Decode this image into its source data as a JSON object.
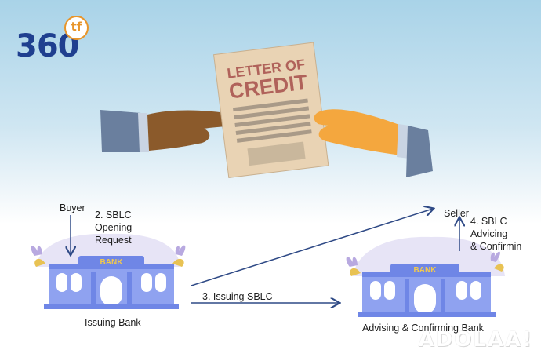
{
  "logo": {
    "number": "360",
    "badge": "tf"
  },
  "document": {
    "line1": "LETTER OF",
    "line2": "CREDIT"
  },
  "bank_sign": "BANK",
  "labels": {
    "buyer": "Buyer",
    "step2": [
      "2. SBLC",
      "Opening",
      "Request"
    ],
    "issuing_bank": "Issuing Bank",
    "step3": "3. Issuing SBLC",
    "seller": "Seller",
    "step4": [
      "4. SBLC",
      "Advicing",
      "& Confirmin"
    ],
    "advising_bank": "Advising & Confirming Bank"
  },
  "watermark": "ADOLAA!",
  "colors": {
    "bank_blue": "#6f86e6",
    "arrow": "#2f4a86",
    "paper": "#e9d3b4",
    "paper_text": "#b0625a",
    "logo_blue": "#1f3f8f",
    "logo_orange": "#e8952a"
  }
}
